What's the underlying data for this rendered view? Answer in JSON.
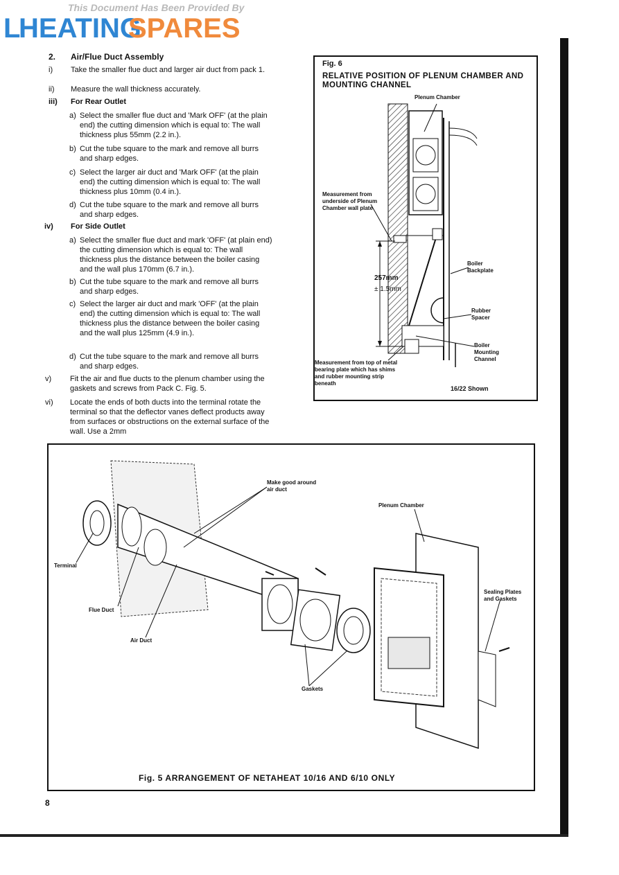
{
  "watermark": "This Document Has Been Provided By",
  "logo": {
    "text_left": "HEATING",
    "text_right": "SPARES",
    "colors": {
      "blue": "#2f86d3",
      "orange": "#f08a3c"
    }
  },
  "section": {
    "number": "2.",
    "title": "Air/Flue Duct Assembly"
  },
  "steps": [
    {
      "roman": "i)",
      "text": "Take the smaller flue duct and larger air duct from pack 1."
    },
    {
      "roman": "ii)",
      "text": "Measure the wall thickness accurately."
    },
    {
      "roman": "iii)",
      "text": "For Rear Outlet"
    },
    {
      "roman": "iv)",
      "text": "For Side Outlet"
    },
    {
      "roman": "v)",
      "text": "Fit the air and flue ducts to the plenum chamber using the gaskets and screws from Pack C. Fig. 5."
    },
    {
      "roman": "vi)",
      "text": "Locate the ends of both ducts into the terminal rotate the terminal so that the deflector vanes deflect products away from surfaces or obstructions on the external surface of the wall. Use a 2mm"
    }
  ],
  "rear_outlet": [
    {
      "label": "a)",
      "text": "Select the smaller flue duct and 'Mark OFF' (at the plain end) the cutting dimension which is equal to: The wall thickness plus 55mm (2.2 in.)."
    },
    {
      "label": "b)",
      "text": "Cut the tube square to the mark and remove all burrs and sharp edges."
    },
    {
      "label": "c)",
      "text": "Select the larger air duct and 'Mark OFF' (at the plain end) the cutting dimension which is equal to: The wall thickness plus 10mm (0.4 in.)."
    },
    {
      "label": "d)",
      "text": "Cut the tube square to the mark and remove all burrs and sharp edges."
    }
  ],
  "side_outlet": [
    {
      "label": "a)",
      "text": "Select the smaller flue duct and mark 'OFF' (at plain end) the cutting dimension which is equal to: The wall thickness plus the distance between the boiler casing and the wall plus 170mm (6.7 in.)."
    },
    {
      "label": "b)",
      "text": "Cut the tube square to the mark and remove all burrs and sharp edges."
    },
    {
      "label": "c)",
      "text": "Select the larger air duct and mark 'OFF' (at the plain end) the cutting dimension which is equal to: The wall thickness plus the distance between the boiler casing and the wall plus 125mm (4.9 in.)."
    },
    {
      "label": "d)",
      "text": "Cut the tube square to the mark and remove all burrs and sharp edges."
    }
  ],
  "fig6": {
    "label": "Fig. 6",
    "title": "RELATIVE POSITION OF PLENUM CHAMBER AND MOUNTING CHANNEL",
    "labels": {
      "plenum": "Plenum Chamber",
      "measurement_top": "Measurement from underside of Plenum Chamber wall plate",
      "dimension": "257mm",
      "tolerance": "± 1.5mm",
      "backplate": "Boiler Backplate",
      "spacer": "Rubber Spacer",
      "channel": "Boiler Mounting Channel",
      "measurement_bottom": "Measurement from top of metal bearing plate which has shims and rubber mounting strip beneath",
      "shown": "16/22 Shown"
    }
  },
  "fig5": {
    "labels": {
      "make_good": "Make good around air duct",
      "plenum": "Plenum Chamber",
      "terminal": "Terminal",
      "sealing": "Sealing Plates and Gaskets",
      "flue_duct": "Flue Duct",
      "air_duct": "Air Duct",
      "gaskets": "Gaskets"
    },
    "caption": "Fig. 5   ARRANGEMENT OF NETAHEAT 10/16 AND 6/10 ONLY"
  },
  "page_number": "8"
}
